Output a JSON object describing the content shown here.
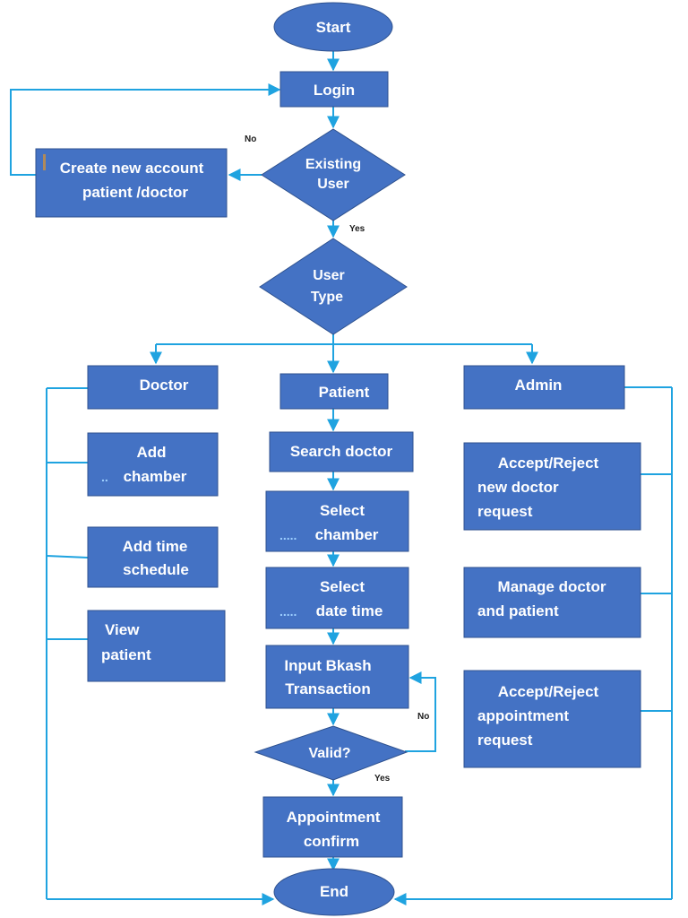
{
  "colors": {
    "node_fill": "#4472c4",
    "node_border": "#2f528f",
    "connector": "#1fa3e0",
    "text": "#ffffff"
  },
  "nodes": {
    "start": "Start",
    "login": "Login",
    "existing_user": [
      "Existing",
      "User"
    ],
    "create_account": [
      "Create new account",
      "patient /doctor"
    ],
    "user_type": [
      "User",
      "Type"
    ],
    "doctor": "Doctor",
    "patient": "Patient",
    "admin": "Admin",
    "add_chamber": [
      "Add",
      "chamber"
    ],
    "add_time_schedule": [
      "Add time",
      "schedule"
    ],
    "view_patient": [
      "View",
      "patient"
    ],
    "search_doctor": "Search doctor",
    "select_chamber": [
      "Select",
      "chamber"
    ],
    "select_date_time": [
      "Select",
      "date time"
    ],
    "input_bkash": [
      "Input Bkash",
      "Transaction"
    ],
    "valid": "Valid?",
    "appointment_confirm": [
      "Appointment",
      "confirm"
    ],
    "end": "End",
    "accept_reject_doctor": [
      "Accept/Reject",
      "new doctor",
      "request"
    ],
    "manage_doctor_patient": [
      "Manage doctor",
      "and patient"
    ],
    "accept_reject_appointment": [
      "Accept/Reject",
      "appointment",
      "request"
    ]
  },
  "edge_labels": {
    "no_existing": "No",
    "yes_existing": "Yes",
    "no_valid": "No",
    "yes_valid": "Yes"
  }
}
